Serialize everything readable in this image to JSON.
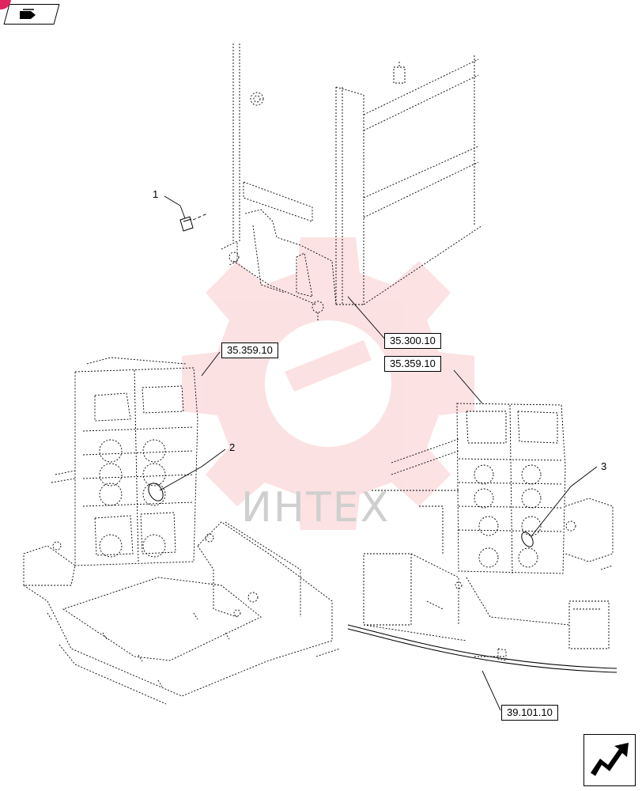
{
  "references": {
    "ref_35_300_10": "35.300.10",
    "ref_35_359_10_left": "35.359.10",
    "ref_35_359_10_right": "35.359.10",
    "ref_39_101_10": "39.101.10"
  },
  "callouts": {
    "c1": "1",
    "c2": "2",
    "c3": "3"
  },
  "watermark": {
    "text": "ИНТЕХ"
  },
  "icons": {
    "top_left": "book-page-icon",
    "bottom_right": "next-page-arrow-icon"
  },
  "colors": {
    "line": "#000000",
    "watermark": "#e8131a",
    "badge": "#e0245e"
  }
}
